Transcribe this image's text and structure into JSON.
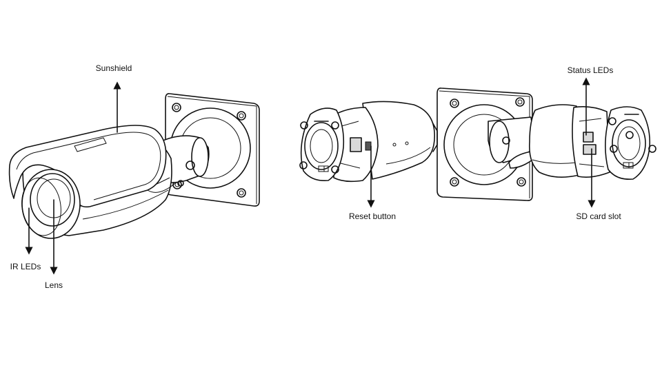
{
  "labels": {
    "sunshield": "Sunshield",
    "ir_leds": "IR LEDs",
    "lens": "Lens",
    "reset_button": "Reset button",
    "status_leds": "Status LEDs",
    "sd_card_slot": "SD card slot"
  }
}
